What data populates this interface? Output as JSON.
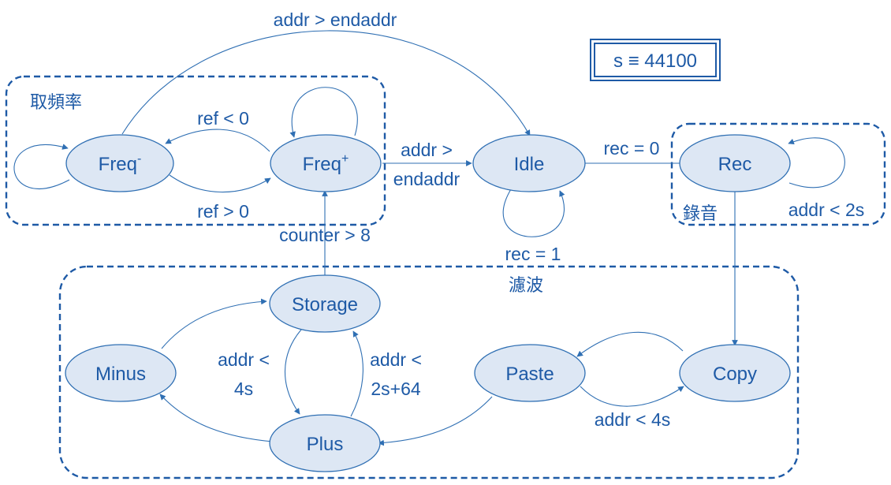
{
  "colors": {
    "line": "#2f6fb3",
    "text": "#1e5aa6",
    "state_fill": "#dde7f4",
    "group_border": "#1e5aa6"
  },
  "constant": "s ≡ 44100",
  "groups": {
    "freq": "取頻率",
    "rec": "錄音",
    "filter": "濾波"
  },
  "states": {
    "freq_minus": {
      "base": "Freq",
      "sup": "-"
    },
    "freq_plus": {
      "base": "Freq",
      "sup": "+"
    },
    "idle": "Idle",
    "rec": "Rec",
    "storage": "Storage",
    "minus": "Minus",
    "plus": "Plus",
    "paste": "Paste",
    "copy": "Copy"
  },
  "edges": {
    "freq_to_idle_top": "addr > endaddr",
    "ref_lt_0": "ref < 0",
    "ref_gt_0": "ref > 0",
    "freqplus_to_idle": [
      "addr >",
      "endaddr"
    ],
    "idle_loop": "rec = 1",
    "idle_rec": "rec = 0",
    "rec_loop": "addr < 2s",
    "counter": "counter > 8",
    "storage_plus": [
      "addr <",
      "4s"
    ],
    "plus_storage": [
      "addr <",
      "2s+64"
    ],
    "paste_copy": "addr < 4s"
  }
}
